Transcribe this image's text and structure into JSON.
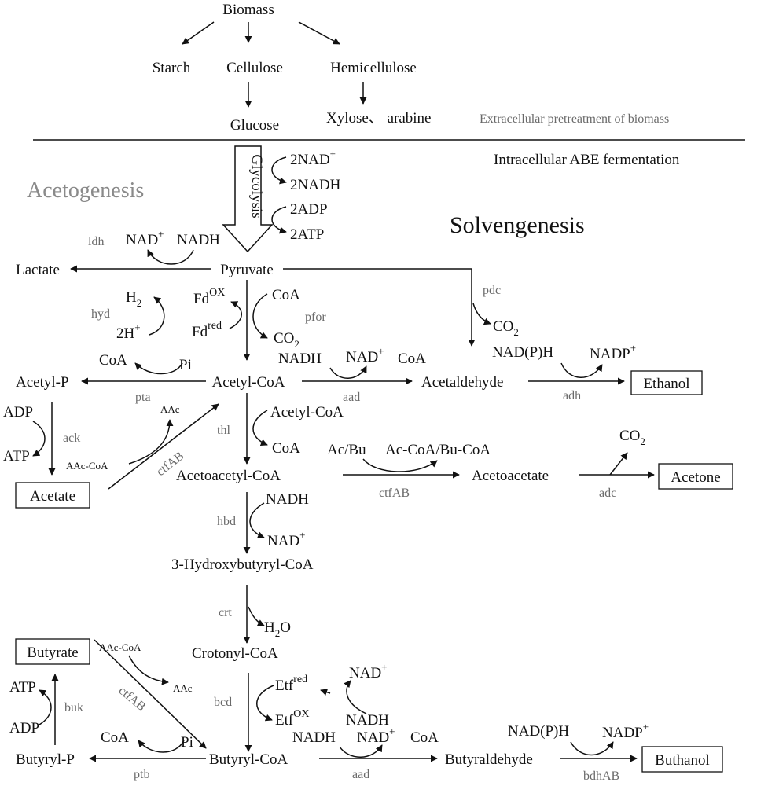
{
  "header": {
    "biomass": "Biomass",
    "starch": "Starch",
    "cellulose": "Cellulose",
    "hemicellulose": "Hemicellulose",
    "glucose": "Glucose",
    "xylose": "Xylose、 arabine",
    "extracellular": "Extracellular pretreatment of biomass",
    "intracellular": "Intracellular ABE fermentation"
  },
  "regions": {
    "acetogenesis": "Acetogenesis",
    "solvengenesis": "Solvengenesis",
    "glycolysis": "Glycolysis"
  },
  "cofactors": {
    "nad_plus": "NAD",
    "nadh": "NADH",
    "adp": "ADP",
    "atp": "ATP",
    "coa": "CoA",
    "pi": "Pi",
    "h": "H",
    "fd": "Fd",
    "ox": "OX",
    "red": "red",
    "co": "CO",
    "two_nad": "2NAD",
    "two_nadh": "2NADH",
    "two_adp": "2ADP",
    "two_atp": "2ATP",
    "two_h": "2H",
    "nadph": "NAD(P)H",
    "nadp": "NADP",
    "acbu": "Ac/Bu",
    "accoa_bucoa": "Ac-CoA/Bu-CoA",
    "aac_coa": "AAc-CoA",
    "aac": "AAc",
    "acetyl_coa_in": "Acetyl-CoA",
    "etf": "Etf",
    "h2o_h": "H",
    "h2o_o": "O",
    "plus": "+",
    "two": "2"
  },
  "metabolites": {
    "pyruvate": "Pyruvate",
    "lactate": "Lactate",
    "acetyl_p": "Acetyl-P",
    "acetyl_coa": "Acetyl-CoA",
    "acetaldehyde": "Acetaldehyde",
    "acetoacetyl_coa": "Acetoacetyl-CoA",
    "acetoacetate": "Acetoacetate",
    "hydroxybutyryl_coa": "3-Hydroxybutyryl-CoA",
    "crotonyl_coa": "Crotonyl-CoA",
    "butyryl_coa": "Butyryl-CoA",
    "butyryl_p": "Butyryl-P",
    "butyraldehyde": "Butyraldehyde"
  },
  "products": {
    "ethanol": "Ethanol",
    "acetate": "Acetate",
    "acetone": "Acetone",
    "butyrate": "Butyrate",
    "buthanol": "Buthanol"
  },
  "enzymes": {
    "ldh": "ldh",
    "hyd": "hyd",
    "pfor": "pfor",
    "pdc": "pdc",
    "pta": "pta",
    "aad": "aad",
    "adh": "adh",
    "ack": "ack",
    "ctfab": "ctfAB",
    "thl": "thl",
    "adc": "adc",
    "hbd": "hbd",
    "crt": "crt",
    "bcd": "bcd",
    "buk": "buk",
    "ptb": "ptb",
    "bdhab": "bdhAB"
  }
}
